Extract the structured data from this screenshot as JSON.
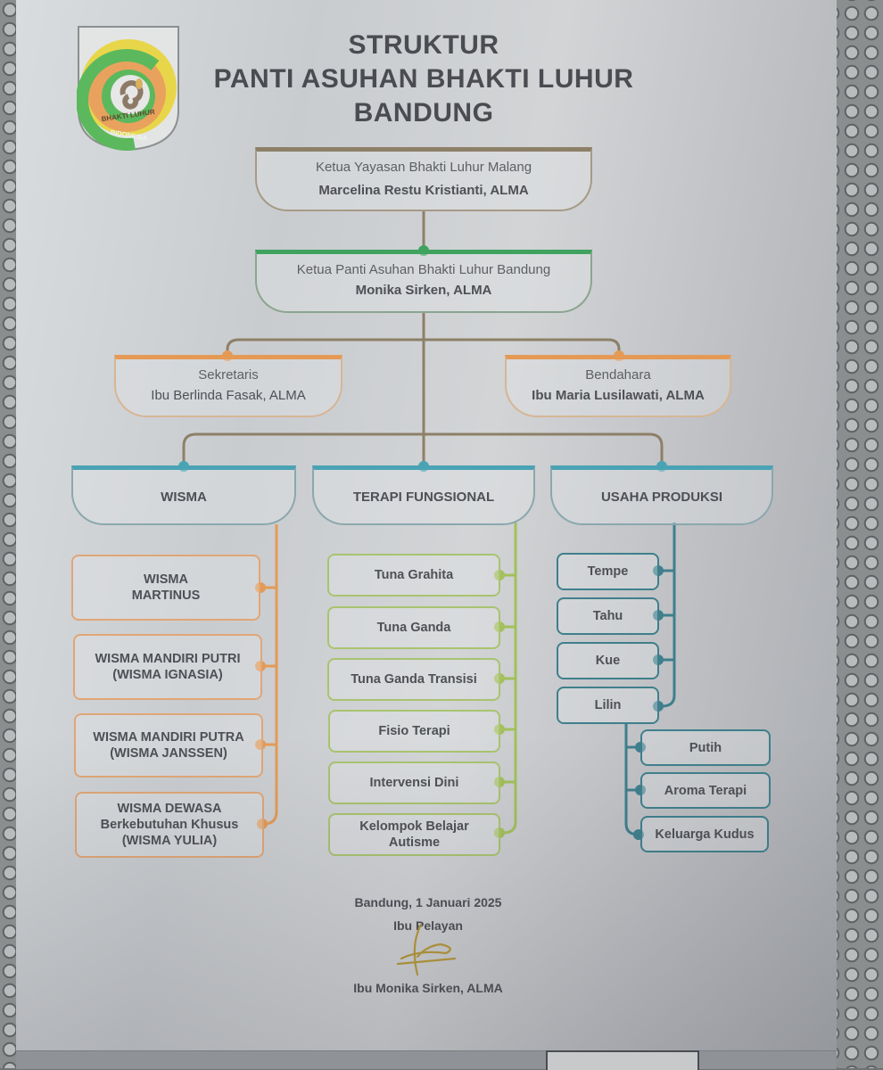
{
  "poster": {
    "title_lines": [
      "STRUKTUR",
      "PANTI ASUHAN BHAKTI LUHUR",
      "BANDUNG"
    ],
    "logo": {
      "text_top": "BHAKTI LUHUR",
      "text_bottom": "INDONESIA",
      "colors": [
        "#e8d64a",
        "#e9a25e",
        "#5cb85c",
        "#8d7a66"
      ]
    }
  },
  "org": {
    "top": {
      "role": "Ketua Yayasan Bhakti Luhur Malang",
      "name": "Marcelina Restu Kristianti, ALMA"
    },
    "head": {
      "role": "Ketua Panti Asuhan Bhakti Luhur Bandung",
      "name": "Monika Sirken, ALMA"
    },
    "secretary": {
      "role": "Sekretaris",
      "name": "Ibu Berlinda Fasak, ALMA"
    },
    "treasurer": {
      "role": "Bendahara",
      "name": "Ibu Maria Lusilawati, ALMA"
    },
    "departments": [
      {
        "label": "WISMA",
        "items": [
          [
            "WISMA",
            "MARTINUS"
          ],
          [
            "WISMA MANDIRI PUTRI",
            "(WISMA IGNASIA)"
          ],
          [
            "WISMA MANDIRI PUTRA",
            "(WISMA JANSSEN)"
          ],
          [
            "WISMA DEWASA",
            "Berkebutuhan Khusus",
            "(WISMA YULIA)"
          ]
        ]
      },
      {
        "label": "TERAPI FUNGSIONAL",
        "items": [
          [
            "Tuna Grahita"
          ],
          [
            "Tuna Ganda"
          ],
          [
            "Tuna Ganda Transisi"
          ],
          [
            "Fisio Terapi"
          ],
          [
            "Intervensi Dini"
          ],
          [
            "Kelompok Belajar",
            "Autisme"
          ]
        ]
      },
      {
        "label": "USAHA PRODUKSI",
        "items": [
          [
            "Tempe"
          ],
          [
            "Tahu"
          ],
          [
            "Kue"
          ],
          [
            "Lilin"
          ]
        ],
        "subitems_of_lilin": [
          "Putih",
          "Aroma Terapi",
          "Keluarga Kudus"
        ]
      }
    ]
  },
  "footer": {
    "place_date": "Bandung, 1 Januari 2025",
    "title": "Ibu Pelayan",
    "signer": "Ibu Monika Sirken, ALMA"
  },
  "colors": {
    "brown": "#8d8068",
    "green": "#3fa35f",
    "orange": "#e49a55",
    "teal": "#4aa3b5",
    "lime": "#a3c05a",
    "dark_teal": "#3f7f8c"
  }
}
